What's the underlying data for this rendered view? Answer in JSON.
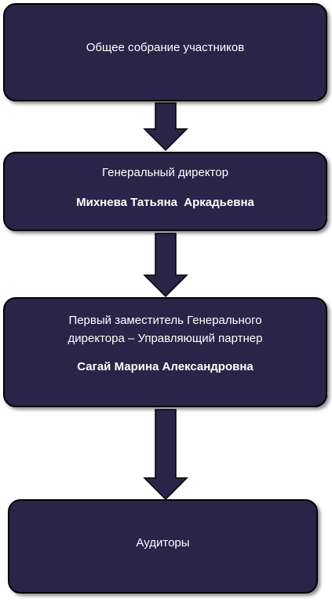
{
  "boxes": [
    {
      "title": "Общее собрание участников"
    },
    {
      "title": "Генеральный директор",
      "name": "Михнева Татьяна  Аркадьевна"
    },
    {
      "title": "Первый заместитель Генерального директора – Управляющий партнер",
      "name": "Сагай Марина Александровна"
    },
    {
      "title": "Аудиторы"
    }
  ],
  "colors": {
    "box_fill": "#2a2448",
    "arrow_fill": "#2a2448",
    "text": "#ffffff",
    "outline": "#000000"
  }
}
